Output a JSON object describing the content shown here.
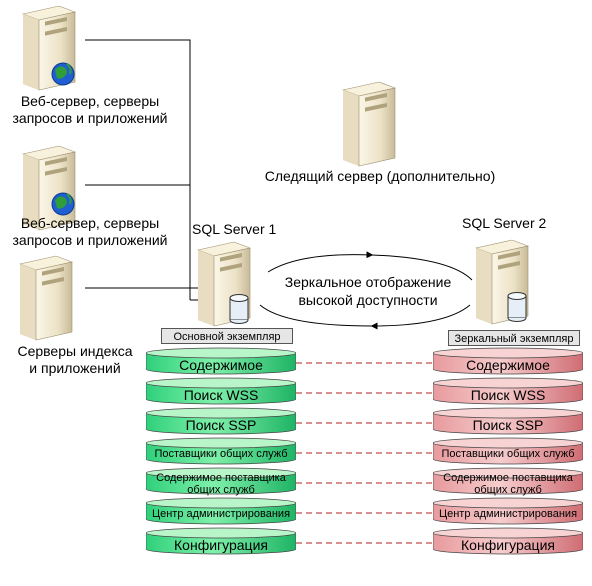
{
  "servers": {
    "web1": {
      "label_lines": [
        "Веб-сервер, серверы",
        "запросов и приложений"
      ]
    },
    "web2": {
      "label_lines": [
        "Веб-сервер, серверы",
        "запросов и приложений"
      ]
    },
    "index": {
      "label_lines": [
        "Серверы индекса",
        "и приложений"
      ]
    },
    "witness": {
      "label": "Следящий сервер (дополнительно)"
    },
    "sql1": {
      "label": "SQL Server 1"
    },
    "sql2": {
      "label": "SQL Server 2"
    }
  },
  "mirroring": {
    "label_lines": [
      "Зеркальное отображение",
      "высокой доступности"
    ]
  },
  "principal": {
    "instance_label": "Основной экземпляр",
    "color_top": "#b8f5c9",
    "color_body": "#2fd07b"
  },
  "mirror": {
    "instance_label": "Зеркальный экземпляр",
    "color_top": "#f7d3d3",
    "color_body": "#d9797f"
  },
  "databases": [
    {
      "label_lines": [
        "Содержимое"
      ],
      "size": "large"
    },
    {
      "label_lines": [
        "Поиск WSS"
      ],
      "size": "large"
    },
    {
      "label_lines": [
        "Поиск SSP"
      ],
      "size": "large"
    },
    {
      "label_lines": [
        "Поставщики общих служб"
      ],
      "size": "small"
    },
    {
      "label_lines": [
        "Содержимое поставщика",
        "общих служб"
      ],
      "size": "small"
    },
    {
      "label_lines": [
        "Центр администрирования"
      ],
      "size": "small"
    },
    {
      "label_lines": [
        "Конфигурация"
      ],
      "size": "large"
    }
  ],
  "colors": {
    "server_body": "#efe6cf",
    "server_shadow": "#b9ad8e",
    "globe_blue": "#1f5fd1",
    "globe_green": "#2e9d3a",
    "db_cylinder": "#e6eef7",
    "dashed_link": "#b22222",
    "line": "#000000"
  }
}
